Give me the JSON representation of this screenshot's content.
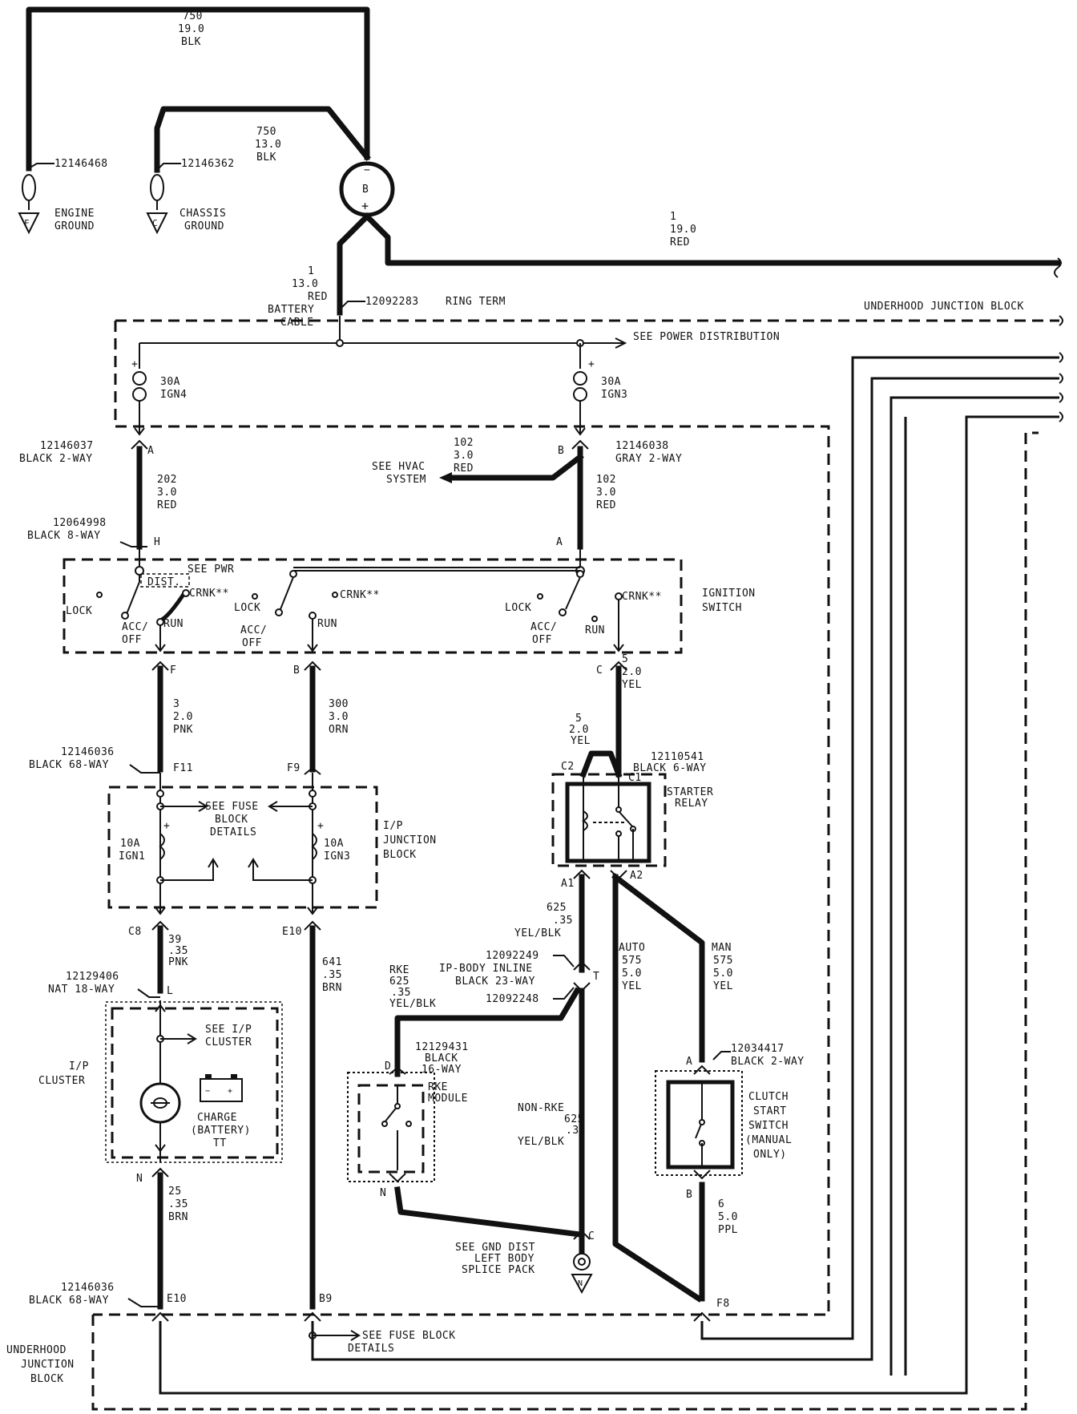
{
  "ground_engine": {
    "part": "12146468",
    "letter": "F",
    "line1": "ENGINE",
    "line2": "GROUND"
  },
  "ground_chassis": {
    "part": "12146362",
    "letter": "C",
    "line1": "CHASSIS",
    "line2": "GROUND"
  },
  "ground_splice": {
    "letter": "N",
    "line1": "SEE GND DIST",
    "line2": "LEFT BODY",
    "line3": "SPLICE PACK",
    "pin": "C"
  },
  "wire_750_a": {
    "circuit": "750",
    "gauge": "19.0",
    "color": "BLK"
  },
  "wire_750_b": {
    "circuit": "750",
    "gauge": "13.0",
    "color": "BLK"
  },
  "battery": {
    "label": "B",
    "minus": "−",
    "plus": "+"
  },
  "wire_1_main": {
    "circuit": "1",
    "gauge": "19.0",
    "color": "RED"
  },
  "wire_1_cable": {
    "circuit": "1",
    "gauge": "13.0",
    "color": "RED",
    "line4": "BATTERY",
    "line5": "CABLE"
  },
  "ring_term": {
    "part": "12092283",
    "label": "RING TERM"
  },
  "underhood_top": {
    "title": "UNDERHOOD JUNCTION BLOCK",
    "power": "SEE POWER DISTRIBUTION"
  },
  "fuse_ign4": {
    "amps": "30A",
    "name": "IGN4",
    "plus": "+"
  },
  "fuse_ign3": {
    "amps": "30A",
    "name": "IGN3",
    "plus": "+"
  },
  "conn_12146037": {
    "part": "12146037",
    "desc": "BLACK 2-WAY",
    "pin": "A"
  },
  "conn_12146038": {
    "part": "12146038",
    "desc": "GRAY 2-WAY",
    "pin": "B"
  },
  "wire_102_hvac": {
    "circuit": "102",
    "gauge": "3.0",
    "color": "RED",
    "see1": "SEE HVAC",
    "see2": "SYSTEM"
  },
  "wire_202": {
    "circuit": "202",
    "gauge": "3.0",
    "color": "RED"
  },
  "wire_102_down": {
    "circuit": "102",
    "gauge": "3.0",
    "color": "RED"
  },
  "conn_12064998": {
    "part": "12064998",
    "desc": "BLACK 8-WAY",
    "pin_h": "H",
    "pin_a": "A"
  },
  "ignition": {
    "title1": "IGNITION",
    "title2": "SWITCH",
    "see_pwr": "SEE PWR",
    "dist": "DIST.",
    "lock": "LOCK",
    "acc": "ACC/",
    "off": "OFF",
    "run": "RUN",
    "crnk": "CRNK**",
    "pin_f": "F",
    "pin_b": "B",
    "pin_c": "C"
  },
  "wire_3": {
    "circuit": "3",
    "gauge": "2.0",
    "color": "PNK"
  },
  "wire_300": {
    "circuit": "300",
    "gauge": "3.0",
    "color": "ORN"
  },
  "wire_5_a": {
    "circuit": "5",
    "gauge": "2.0",
    "color": "YEL"
  },
  "wire_5_b": {
    "circuit": "5",
    "gauge": "2.0",
    "color": "YEL"
  },
  "conn_12146036_top": {
    "part": "12146036",
    "desc": "BLACK 68-WAY",
    "pin_f11": "F11",
    "pin_f9": "F9"
  },
  "ip_jb": {
    "title1": "I/P",
    "title2": "JUNCTION",
    "title3": "BLOCK",
    "see1": "SEE FUSE",
    "see2": "BLOCK",
    "see3": "DETAILS",
    "fuse1_amps": "10A",
    "fuse1_name": "IGN1",
    "fuse2_amps": "10A",
    "fuse2_name": "IGN3",
    "plus": "+",
    "pin_c8": "C8",
    "pin_e10": "E10"
  },
  "relay": {
    "part": "12110541",
    "desc": "BLACK 6-WAY",
    "title1": "STARTER",
    "title2": "RELAY",
    "pin_c2": "C2",
    "pin_c1": "C1",
    "pin_a1": "A1",
    "pin_a2": "A2"
  },
  "wire_39": {
    "circuit": "39",
    "gauge": ".35",
    "color": "PNK"
  },
  "wire_641": {
    "circuit": "641",
    "gauge": ".35",
    "color": "BRN"
  },
  "wire_625_top": {
    "circuit": "625",
    "gauge": ".35",
    "color": "YEL/BLK"
  },
  "conn_inline": {
    "part1": "12092249",
    "desc1": "IP-BODY INLINE",
    "desc2": "BLACK 23-WAY",
    "part2": "12092248",
    "pin": "T"
  },
  "wire_rke": {
    "tag": "RKE",
    "circuit": "625",
    "gauge": ".35",
    "color": "YEL/BLK"
  },
  "wire_auto": {
    "tag": "AUTO",
    "circuit": "575",
    "gauge": "5.0",
    "color": "YEL"
  },
  "wire_man": {
    "tag": "MAN",
    "circuit": "575",
    "gauge": "5.0",
    "color": "YEL"
  },
  "conn_12129406": {
    "part": "12129406",
    "desc": "NAT 18-WAY",
    "pin": "L"
  },
  "cluster": {
    "title1": "I/P",
    "title2": "CLUSTER",
    "see1": "SEE I/P",
    "see2": "CLUSTER",
    "lamp1": "CHARGE",
    "lamp2": "(BATTERY)",
    "lamp3": "TT",
    "pin_n": "N"
  },
  "rke_module": {
    "part": "12129431",
    "desc1": "BLACK",
    "desc2": "16-WAY",
    "title1": "RKE",
    "title2": "MODULE",
    "pin_d": "D",
    "pin_n": "N"
  },
  "wire_nonrke": {
    "tag": "NON-RKE",
    "circuit": "625",
    "gauge": ".35",
    "color": "YEL/BLK"
  },
  "clutch": {
    "part": "12034417",
    "desc": "BLACK 2-WAY",
    "pin_a": "A",
    "pin_b": "B",
    "title1": "CLUTCH",
    "title2": "START",
    "title3": "SWITCH",
    "title4": "(MANUAL",
    "title5": "ONLY)"
  },
  "wire_6": {
    "circuit": "6",
    "gauge": "5.0",
    "color": "PPL"
  },
  "wire_25": {
    "circuit": "25",
    "gauge": ".35",
    "color": "BRN"
  },
  "conn_12146036_bot": {
    "part": "12146036",
    "desc": "BLACK 68-WAY",
    "pin_e10": "E10",
    "pin_b9": "B9",
    "pin_f8": "F8"
  },
  "underhood_bottom": {
    "title1": "UNDERHOOD",
    "title2": "JUNCTION",
    "title3": "BLOCK",
    "see1": "SEE FUSE BLOCK",
    "see2": "DETAILS"
  }
}
